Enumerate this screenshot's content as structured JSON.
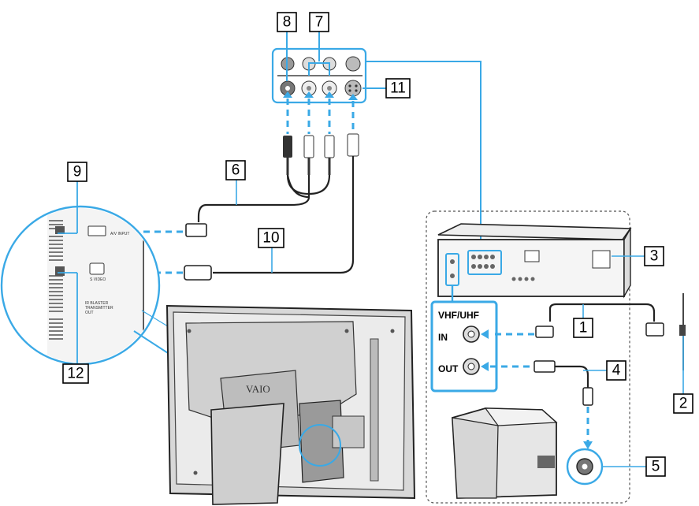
{
  "callouts": {
    "c1": "1",
    "c2": "2",
    "c3": "3",
    "c4": "4",
    "c5": "5",
    "c6": "6",
    "c7": "7",
    "c8": "8",
    "c9": "9",
    "c10": "10",
    "c11": "11",
    "c12": "12"
  },
  "rf_panel": {
    "title": "VHF/UHF",
    "in_label": "IN",
    "out_label": "OUT"
  },
  "side_panel": {
    "av_input": "A/V INPUT",
    "s_video": "S VIDEO",
    "ir_blaster": "IR BLASTER\nTRANSMITTER\nOUT"
  },
  "brand": {
    "logo": "VAIO"
  },
  "colors": {
    "accent": "#3aa9e6",
    "line": "#222222",
    "device": "#e6e6e6"
  }
}
